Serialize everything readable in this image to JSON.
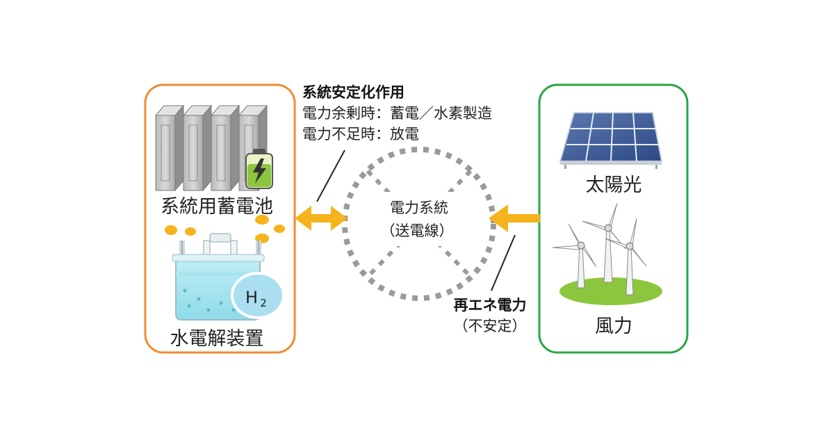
{
  "left_panel": {
    "battery_label": "系統用蓄電池",
    "electrolyzer_label": "水電解装置",
    "h2_symbol": "H",
    "h2_subscript": "2",
    "border_color": "#f08a30"
  },
  "right_panel": {
    "solar_label": "太陽光",
    "wind_label": "風力",
    "border_color": "#26a641"
  },
  "center": {
    "grid_line1": "電力系統",
    "grid_line2": "（送電線）"
  },
  "annotation_top": {
    "title": "系統安定化作用",
    "line1": "電力余剰時：蓄電／水素製造",
    "line2": "電力不足時：放電"
  },
  "annotation_bottom": {
    "title": "再エネ電力",
    "subtitle": "（不安定）"
  },
  "colors": {
    "arrow": "#f5b31c",
    "dots": "#9a9a9a",
    "orb": "#f5b31c"
  }
}
